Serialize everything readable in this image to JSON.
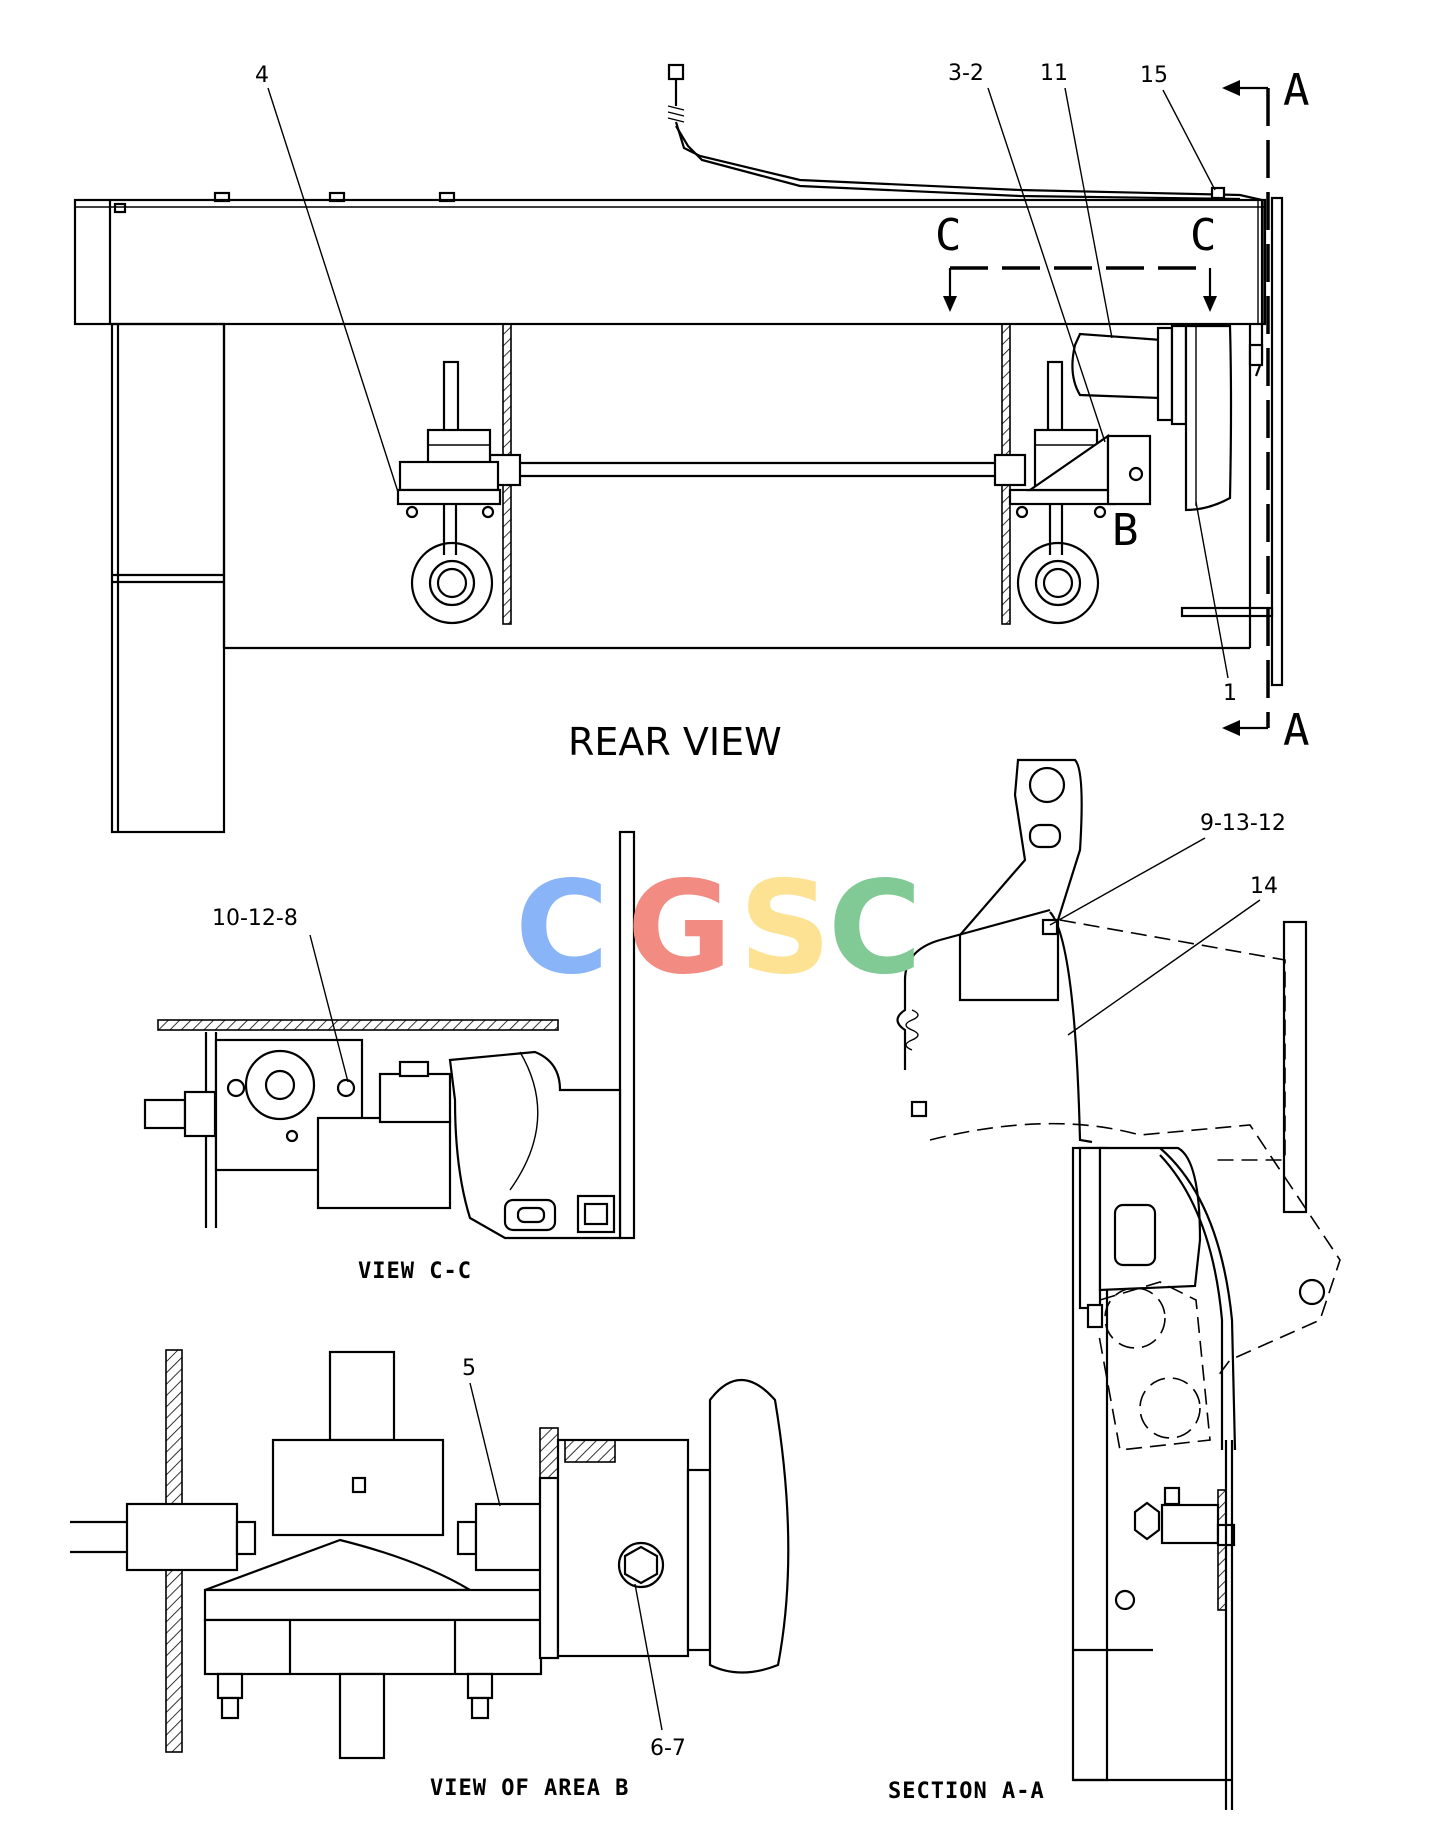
{
  "callouts": {
    "c4": "4",
    "c3_2": "3-2",
    "c11": "11",
    "c15": "15",
    "c1": "1",
    "c10_12_8": "10-12-8",
    "c9_13_12": "9-13-12",
    "c14": "14",
    "c5": "5",
    "c6_7": "6-7"
  },
  "section_markers": {
    "a_top": "A",
    "a_bottom": "A",
    "c_left": "C",
    "c_right": "C",
    "b_area": "B"
  },
  "view_titles": {
    "rear": "REAR VIEW",
    "view_cc": "VIEW C-C",
    "view_area_b": "VIEW OF AREA B",
    "section_aa": "SECTION A-A"
  },
  "watermark": {
    "letters": [
      "C",
      "G",
      "S",
      "C"
    ],
    "colors": [
      "#8ab4f8",
      "#f28b82",
      "#fde293",
      "#81c995"
    ]
  }
}
